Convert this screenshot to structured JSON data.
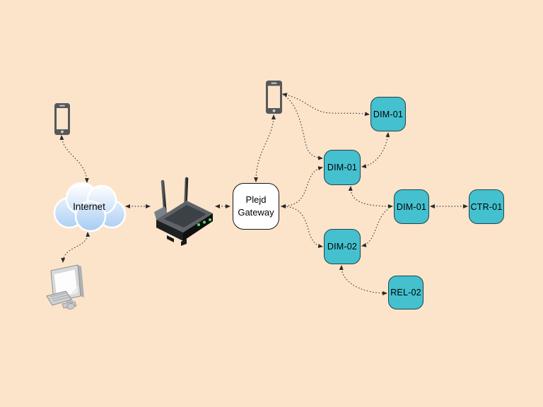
{
  "canvas": {
    "background": "#fce4ca"
  },
  "colors": {
    "device_fill": "#44c0ce",
    "device_border": "#21444c",
    "gateway_fill": "#ffffff",
    "gateway_border": "#141414",
    "connector": "#3a3a3a",
    "cloud_gradient_top": "#ffffff",
    "cloud_gradient_bottom": "#a5cbf2",
    "router_led": "#55e066",
    "label_text": "#000000"
  },
  "nodes": {
    "cloud": {
      "label": "Internet"
    },
    "gateway": {
      "line1": "Plejd",
      "line2": "Gateway"
    },
    "devices": [
      {
        "id": "dim01-top",
        "label": "DIM-01"
      },
      {
        "id": "dim01-mid",
        "label": "DIM-01"
      },
      {
        "id": "dim01-right",
        "label": "DIM-01"
      },
      {
        "id": "ctr01",
        "label": "CTR-01"
      },
      {
        "id": "dim02",
        "label": "DIM-02"
      },
      {
        "id": "rel02",
        "label": "REL-02"
      }
    ],
    "icons": [
      {
        "name": "smartphone-icon-left"
      },
      {
        "name": "smartphone-icon-mesh"
      },
      {
        "name": "internet-cloud-icon"
      },
      {
        "name": "wifi-router-icon"
      },
      {
        "name": "desktop-computer-icon"
      }
    ]
  },
  "connections": [
    {
      "from": "smartphone-left",
      "to": "internet-cloud",
      "style": "dotted-double-arrow"
    },
    {
      "from": "internet-cloud",
      "to": "wifi-router",
      "style": "dotted-double-arrow"
    },
    {
      "from": "internet-cloud",
      "to": "desktop-computer",
      "style": "dotted-double-arrow"
    },
    {
      "from": "wifi-router",
      "to": "plejd-gateway",
      "style": "dotted-double-arrow"
    },
    {
      "from": "plejd-gateway",
      "to": "smartphone-mesh",
      "style": "dotted-double-arrow"
    },
    {
      "from": "plejd-gateway",
      "to": "dim01-mid",
      "style": "dotted-double-arrow"
    },
    {
      "from": "plejd-gateway",
      "to": "dim02",
      "style": "dotted-double-arrow"
    },
    {
      "from": "smartphone-mesh",
      "to": "dim01-top",
      "style": "dotted-double-arrow"
    },
    {
      "from": "smartphone-mesh",
      "to": "dim01-mid",
      "style": "dotted-double-arrow"
    },
    {
      "from": "dim01-mid",
      "to": "dim01-top",
      "style": "dotted-double-arrow"
    },
    {
      "from": "dim01-mid",
      "to": "dim01-right",
      "style": "dotted-double-arrow"
    },
    {
      "from": "dim02",
      "to": "dim01-right",
      "style": "dotted-double-arrow"
    },
    {
      "from": "dim01-right",
      "to": "ctr01",
      "style": "dotted-double-arrow"
    },
    {
      "from": "dim02",
      "to": "rel02",
      "style": "dotted-double-arrow"
    }
  ]
}
